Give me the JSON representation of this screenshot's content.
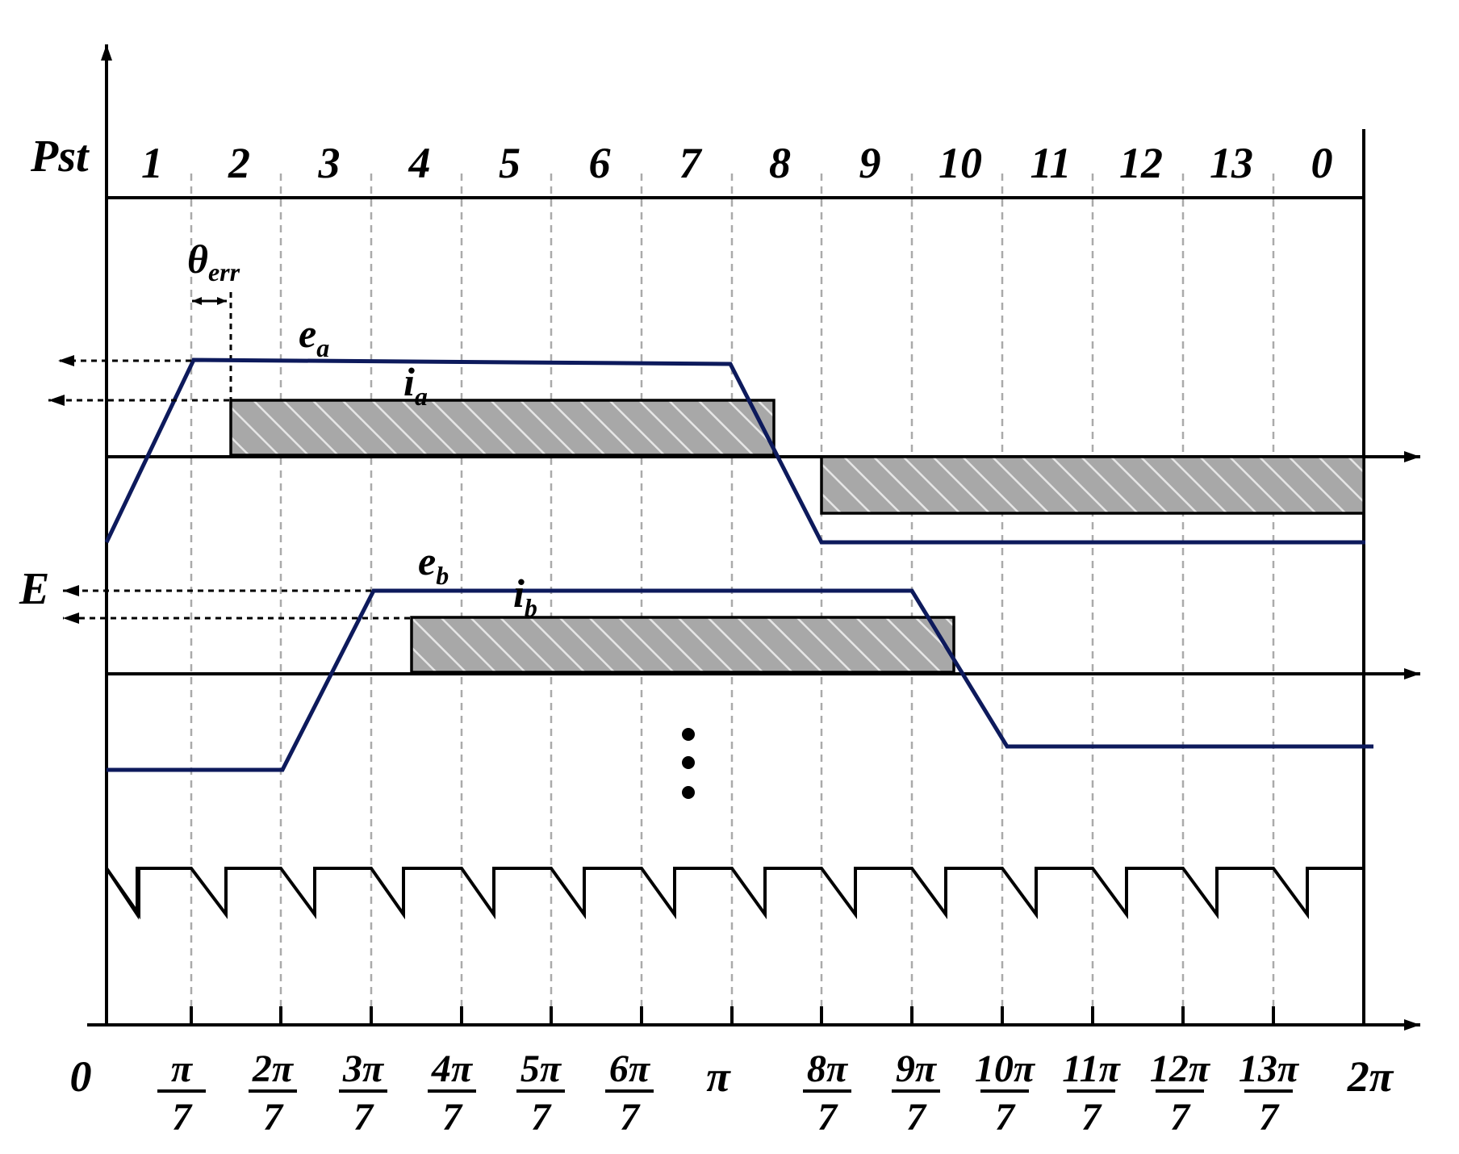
{
  "pst_label": "Pst",
  "pst_values": [
    "1",
    "2",
    "3",
    "4",
    "5",
    "6",
    "7",
    "8",
    "9",
    "10",
    "11",
    "12",
    "13",
    "0"
  ],
  "theta_label": "θ",
  "theta_subscript": "err",
  "ea_label": "e",
  "ea_subscript": "a",
  "ia_label": "i",
  "ia_subscript": "a",
  "eb_label": "e",
  "eb_subscript": "b",
  "ib_label": "i",
  "ib_subscript": "b",
  "e_axis_label": "E",
  "x_tick_labels": [
    {
      "num": "0",
      "den": ""
    },
    {
      "num": "π",
      "den": "7"
    },
    {
      "num": "2π",
      "den": "7"
    },
    {
      "num": "3π",
      "den": "7"
    },
    {
      "num": "4π",
      "den": "7"
    },
    {
      "num": "5π",
      "den": "7"
    },
    {
      "num": "6π",
      "den": "7"
    },
    {
      "num": "π",
      "den": ""
    },
    {
      "num": "8π",
      "den": "7"
    },
    {
      "num": "9π",
      "den": "7"
    },
    {
      "num": "10π",
      "den": "7"
    },
    {
      "num": "11π",
      "den": "7"
    },
    {
      "num": "12π",
      "den": "7"
    },
    {
      "num": "13π",
      "den": "7"
    },
    {
      "num": "2π",
      "den": ""
    }
  ],
  "colors": {
    "curve": "#0d1a5c",
    "bar_fill": "#a8a8a8",
    "grid": "#aaaaaa"
  }
}
